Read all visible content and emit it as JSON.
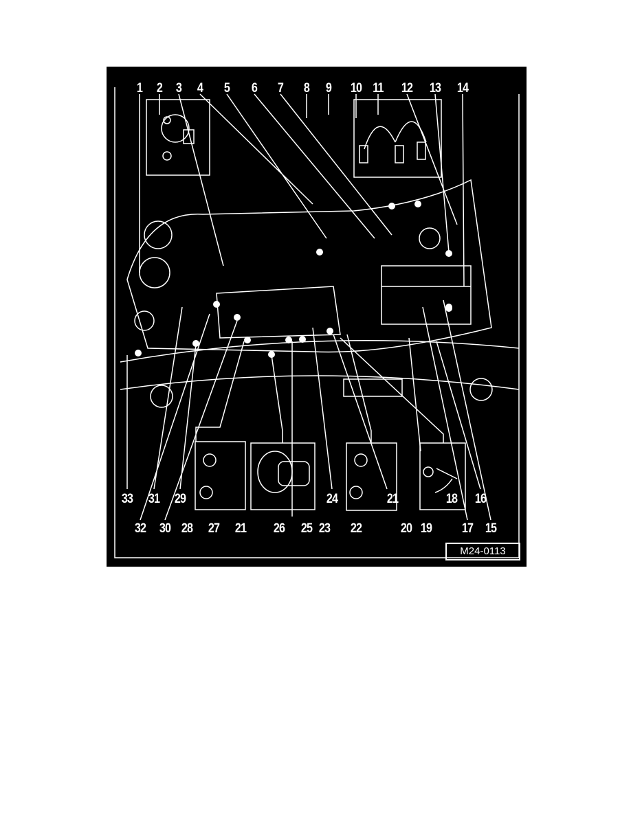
{
  "figure_code": "M24-0113",
  "top_labels": [
    "1",
    "2",
    "3",
    "4",
    "5",
    "6",
    "7",
    "8",
    "9",
    "10",
    "11",
    "12",
    "13",
    "14"
  ],
  "bottom_upper_labels": [
    "33",
    "31",
    "29",
    "24",
    "21",
    "18",
    "16"
  ],
  "bottom_lower_labels": [
    "32",
    "30",
    "28",
    "27",
    "21",
    "26",
    "25",
    "23",
    "22",
    "20",
    "19",
    "17",
    "15"
  ],
  "colors": {
    "background": "#000000",
    "lines": "#ffffff"
  }
}
